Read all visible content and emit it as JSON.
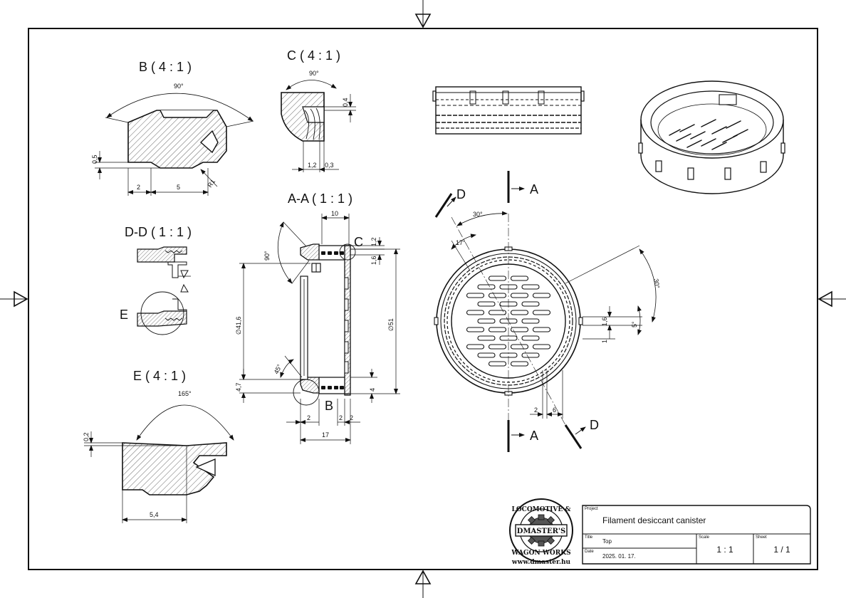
{
  "views": {
    "b": "B ( 4 : 1 )",
    "c": "C ( 4 : 1 )",
    "aa": "A-A ( 1 : 1 )",
    "dd": "D-D ( 1 : 1 )",
    "e": "E ( 4 : 1 )"
  },
  "markers": {
    "a": "A",
    "b": "B",
    "c": "C",
    "d": "D",
    "e": "E"
  },
  "dims": {
    "b_angle": "90°",
    "b_05": "0,5",
    "b_2": "2",
    "b_5": "5",
    "b_r1": "R1",
    "c_angle": "90°",
    "c_04": "0,4",
    "c_12": "1,2",
    "c_03": "0,3",
    "aa_10": "10",
    "aa_90": "90°",
    "aa_12": "1,2",
    "aa_16": "1,6",
    "aa_416": "∅41,6",
    "aa_51": "∅51",
    "aa_45": "45°",
    "aa_47": "4,7",
    "aa_4": "4",
    "aa_2a": "2",
    "aa_2b": "2",
    "aa_2c": "2",
    "aa_17": "17",
    "e_angle": "165°",
    "e_02": "0,2",
    "e_54": "5,4",
    "top_30a": "30°",
    "top_17": "17°",
    "top_30b": "30°",
    "top_5": "5°",
    "top_16": "1,6",
    "top_1": "1",
    "top_2": "2",
    "top_6": "6"
  },
  "logo": {
    "top": "LOCOMOTIVE &",
    "mid": "DMASTER'S",
    "bottom": "WAGON WORKS",
    "url": "www.dmaster.hu"
  },
  "title_block": {
    "project_label": "Project",
    "project": "Filament desiccant canister",
    "title_label": "Title",
    "title": "Top",
    "date_label": "Date",
    "date": "2025. 01. 17.",
    "scale_label": "Scale",
    "scale": "1 : 1",
    "sheet_label": "Sheet",
    "sheet": "1 / 1"
  }
}
